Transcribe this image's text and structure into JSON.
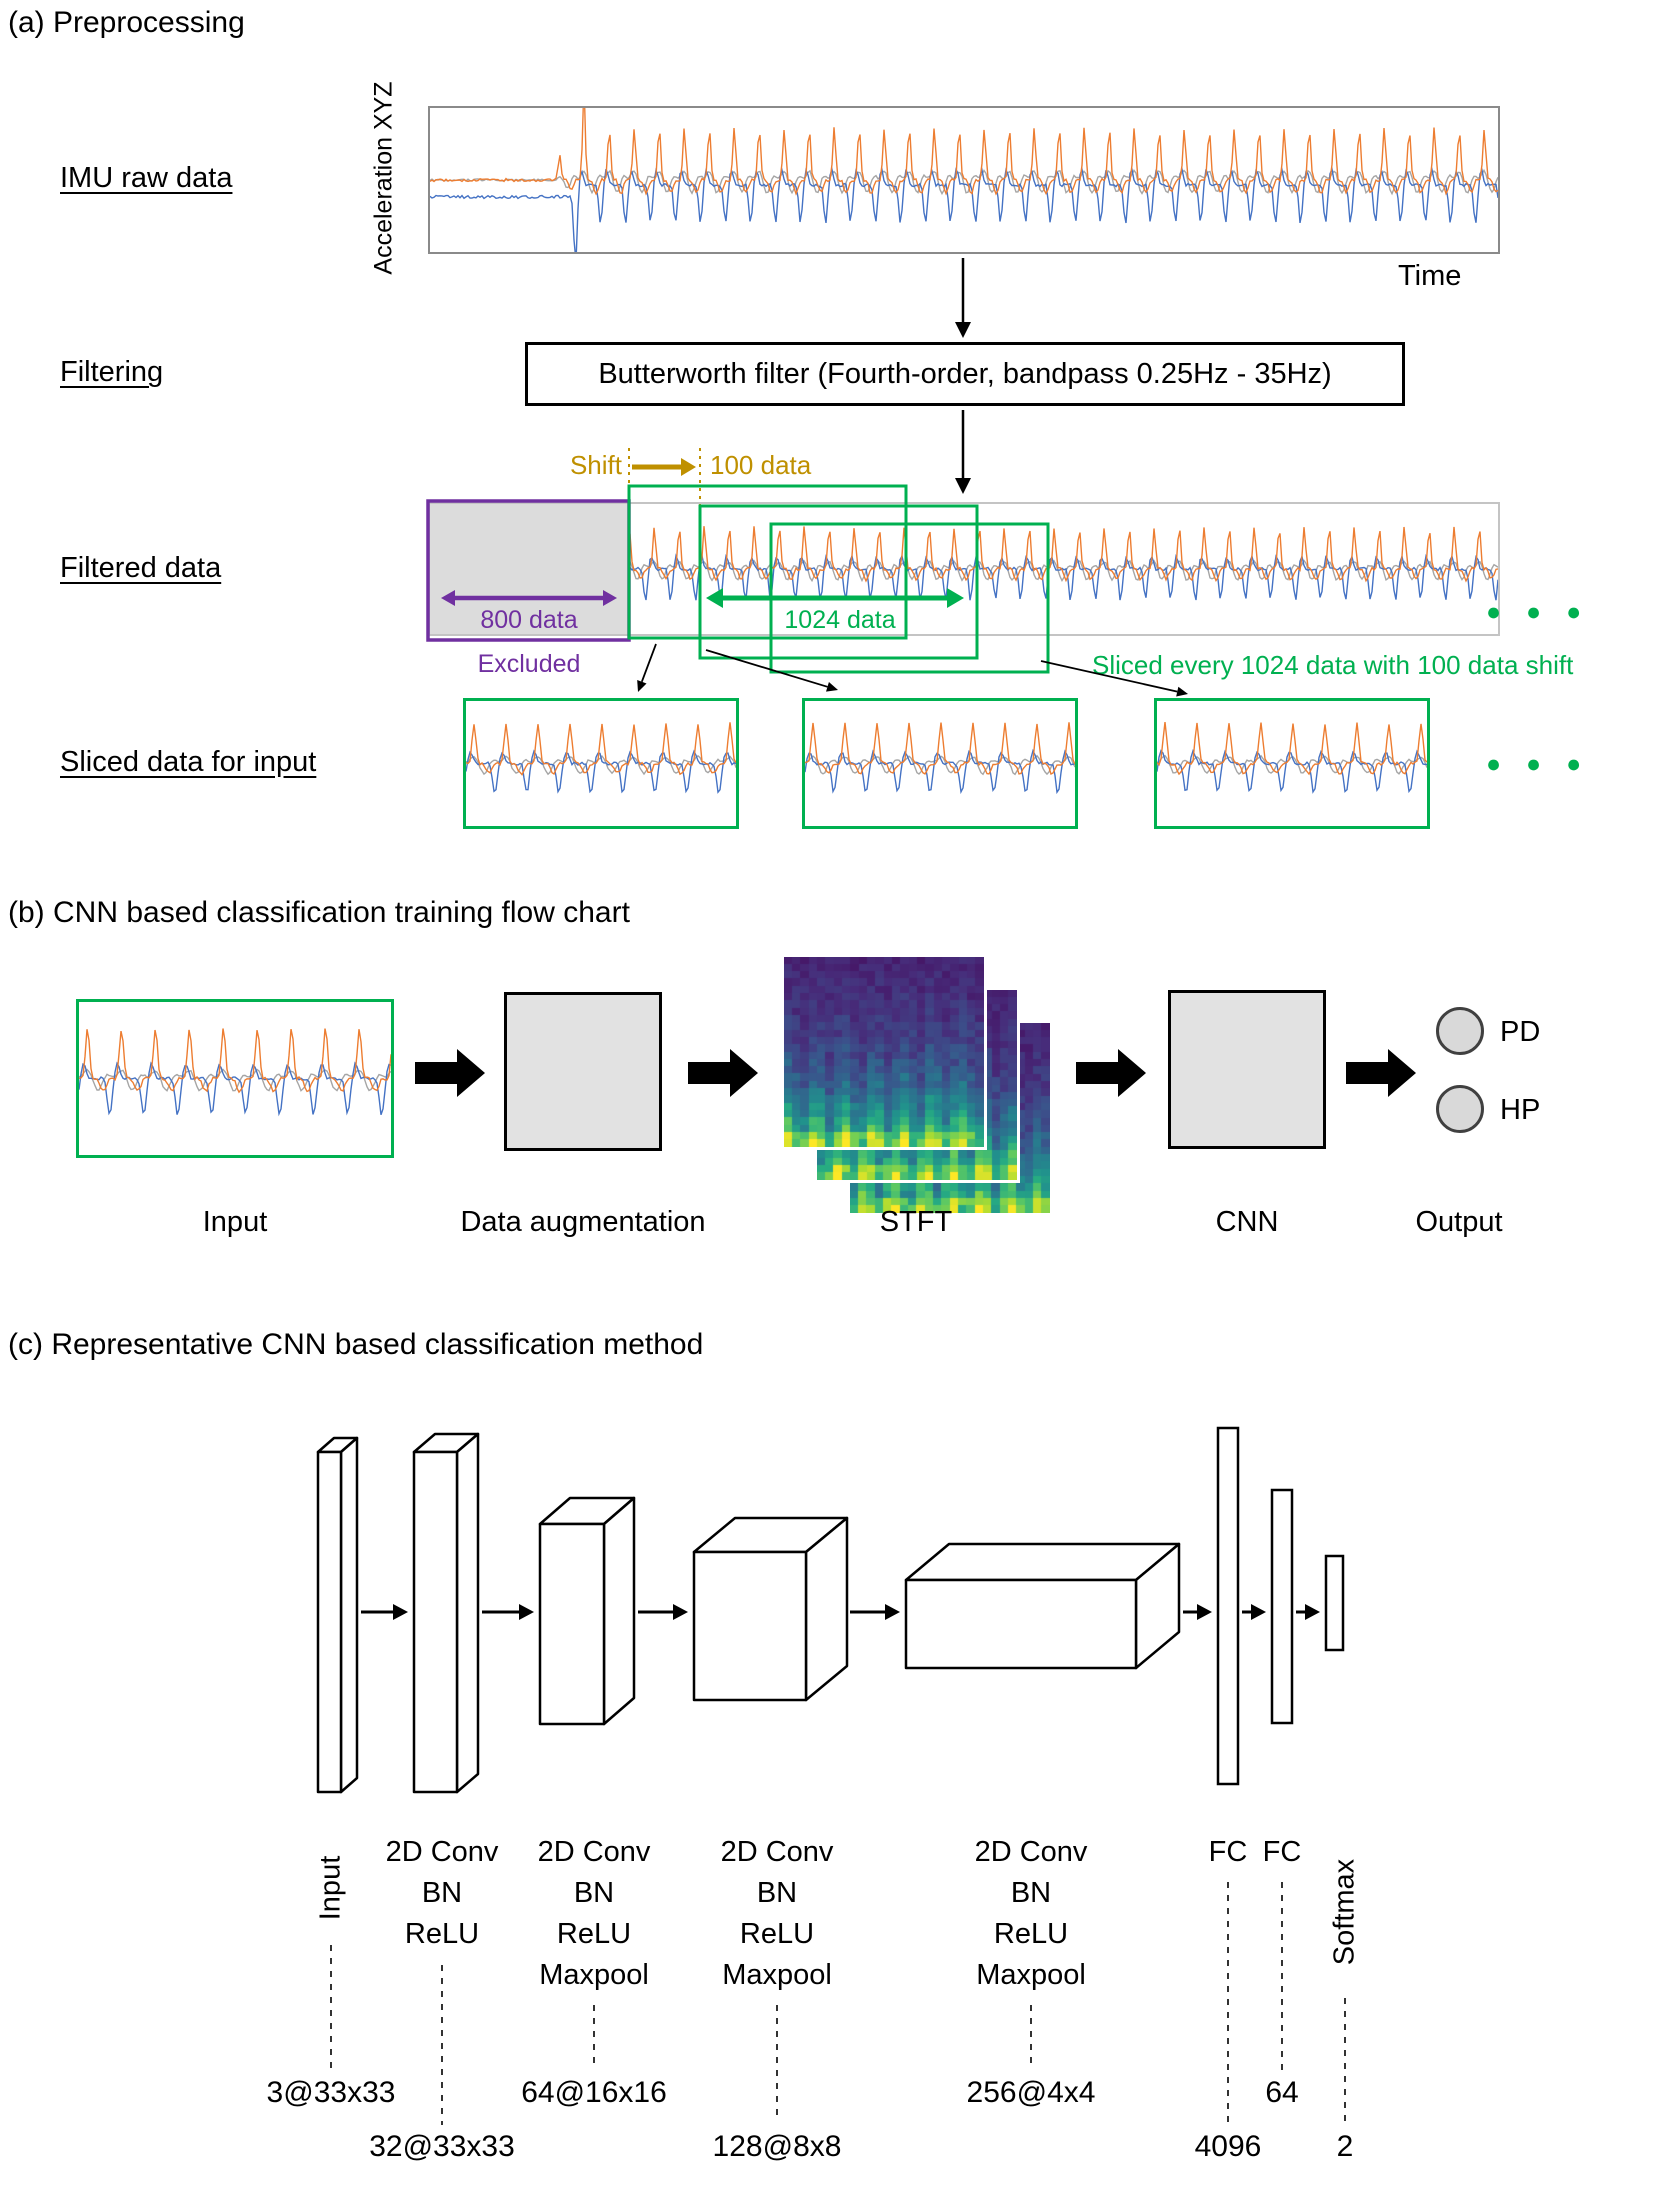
{
  "colors": {
    "green": "#00B050",
    "purple": "#7030A0",
    "gold": "#BF9000",
    "signal_blue": "#4472C4",
    "signal_orange": "#ED7D31",
    "signal_grey": "#A5A5A5"
  },
  "section_a": {
    "title": "(a) Preprocessing",
    "imu_row_label": "IMU raw data",
    "plot_y_axis": "Acceleration XYZ",
    "plot_x_axis": "Time",
    "filtering_row_label": "Filtering",
    "filter_box_label": "Butterworth filter (Fourth-order, bandpass 0.25Hz - 35Hz)",
    "shift_label": "Shift",
    "shift_amount": "100 data",
    "filtered_row_label": "Filtered data",
    "excluded_width_label": "800 data",
    "excluded_label": "Excluded",
    "window_width_label": "1024 data",
    "slicing_note": "Sliced every 1024 data with 100 data shift",
    "sliced_row_label": "Sliced data for input",
    "ellipsis": "● ● ●"
  },
  "section_b": {
    "title": "(b) CNN based classification training flow chart",
    "steps": [
      {
        "label": "Input"
      },
      {
        "label": "Data augmentation"
      },
      {
        "label": "STFT"
      },
      {
        "label": "CNN"
      },
      {
        "label": "Output"
      }
    ],
    "output_classes": [
      {
        "label": "PD"
      },
      {
        "label": "HP"
      }
    ]
  },
  "section_c": {
    "title": "(c) Representative CNN based classification method",
    "layers": [
      {
        "name": "input",
        "label_lines": [
          "Input"
        ],
        "dim": "3@33x33"
      },
      {
        "name": "conv1",
        "label_lines": [
          "2D Conv",
          "BN",
          "ReLU"
        ],
        "dim": "32@33x33"
      },
      {
        "name": "conv2",
        "label_lines": [
          "2D Conv",
          "BN",
          "ReLU",
          "Maxpool"
        ],
        "dim": "64@16x16"
      },
      {
        "name": "conv3",
        "label_lines": [
          "2D Conv",
          "BN",
          "ReLU",
          "Maxpool"
        ],
        "dim": "128@8x8"
      },
      {
        "name": "conv4",
        "label_lines": [
          "2D Conv",
          "BN",
          "ReLU",
          "Maxpool"
        ],
        "dim": "256@4x4"
      },
      {
        "name": "fc1",
        "label_lines": [
          "FC"
        ],
        "dim": "4096"
      },
      {
        "name": "fc2",
        "label_lines": [
          "FC"
        ],
        "dim": "64"
      },
      {
        "name": "softmax",
        "label_lines": [
          "Softmax"
        ],
        "dim": "2"
      }
    ]
  }
}
